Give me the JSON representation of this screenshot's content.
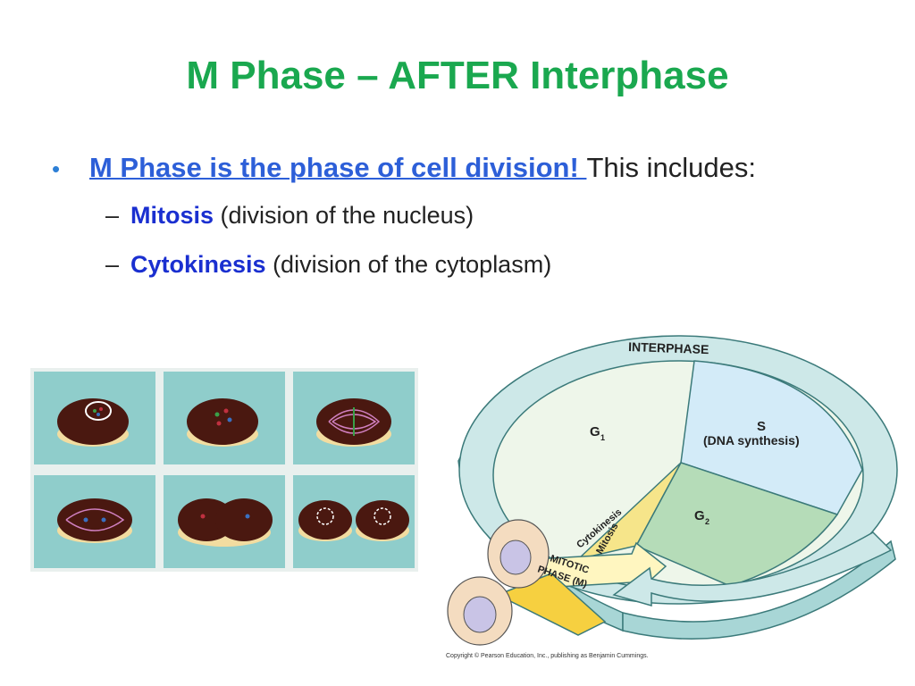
{
  "slide": {
    "title": "M Phase – AFTER Interphase",
    "bullet": {
      "link_text": "M Phase is the phase of cell division! ",
      "rest_text": "This includes:"
    },
    "subpoints": [
      {
        "term": "Mitosis",
        "desc": " (division of the nucleus)"
      },
      {
        "term": "Cytokinesis",
        "desc": " (division of the cytoplasm)"
      }
    ]
  },
  "diagram": {
    "interphase_label": "INTERPHASE",
    "g1_label": "G",
    "g1_sub": "1",
    "s_label": "S",
    "s_desc": "(DNA synthesis)",
    "g2_label": "G",
    "g2_sub": "2",
    "cytokinesis_label": "Cytokinesis",
    "mitosis_label": "Mitosis",
    "mitotic_label_1": "MITOTIC",
    "mitotic_label_2": "PHASE (M)",
    "copyright": "Copyright © Pearson Education, Inc., publishing as Benjamin Cummings."
  },
  "colors": {
    "title": "#1aa84f",
    "link": "#2d5fd8",
    "term": "#1a2fd0",
    "g1_fill": "#eef6ea",
    "s_fill": "#d3ebf8",
    "g2_fill": "#b5dcb8",
    "ring_fill": "#cde8e8",
    "arrow_fill": "#f6e58a",
    "photo_bg": "#8fcdcb"
  }
}
